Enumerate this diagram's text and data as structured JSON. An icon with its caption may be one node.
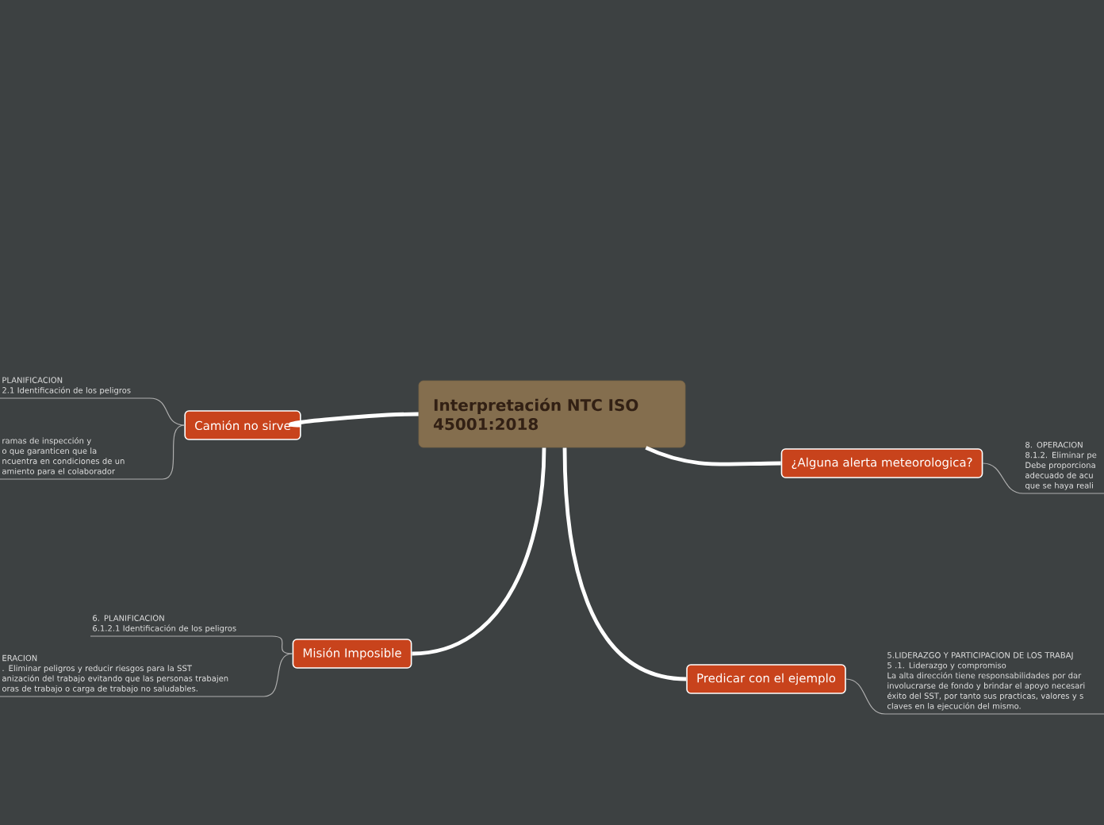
{
  "diagram": {
    "nodes": [
      {
        "text": [
          "Interpretación NTC ISO 45001:2018"
        ]
      },
      {
        "text": [
          "Camión no sirve"
        ]
      },
      {
        "text": [
          "PLANIFICACION",
          "2.1 Identificación de los peligros"
        ]
      },
      {
        "text": [
          "ramas de inspección y",
          "o que garanticen que la",
          "ncuentra en condiciones de un",
          "amiento para el colaborador"
        ]
      },
      {
        "text": [
          "¿Alguna alerta meteorologica?"
        ]
      },
      {
        "text": [
          "8. OPERACION",
          "8.1.2. Eliminar pe",
          "Debe proporciona",
          "adecuado de acu",
          "que se haya reali"
        ]
      },
      {
        "text": [
          "Predicar con el ejemplo"
        ]
      },
      {
        "text": [
          "5.LIDERAZGO Y PARTICIPACION DE LOS TRABAJ",
          "5 .1. Liderazgo y compromiso",
          "La alta dirección tiene responsabilidades por dar",
          "involucrarse de fondo y brindar el apoyo necesari",
          "éxito del SST, por tanto sus practicas, valores y s",
          "claves en la ejecución del mismo."
        ]
      },
      {
        "text": [
          "Misión Imposible"
        ]
      },
      {
        "text": [
          "6. PLANIFICACION",
          "6.1.2.1 Identificación de los peligros"
        ]
      },
      {
        "text": [
          "ERACION",
          ". Eliminar peligros y reducir riesgos para la SST",
          "anización del trabajo evitando que las personas trabajen",
          "oras de trabajo o carga de trabajo no saludables."
        ]
      }
    ],
    "edges": [
      {
        "from": 0,
        "to": 1,
        "arrow": "none",
        "style": "thick",
        "color": "#ffffff"
      },
      {
        "from": 0,
        "to": 4,
        "arrow": "none",
        "style": "thick",
        "color": "#ffffff"
      },
      {
        "from": 0,
        "to": 6,
        "arrow": "none",
        "style": "thick",
        "color": "#ffffff"
      },
      {
        "from": 0,
        "to": 8,
        "arrow": "none",
        "style": "thick",
        "color": "#ffffff"
      },
      {
        "from": 1,
        "to": 2,
        "arrow": "none"
      },
      {
        "from": 1,
        "to": 3,
        "arrow": "none"
      },
      {
        "from": 4,
        "to": 5,
        "arrow": "none"
      },
      {
        "from": 6,
        "to": 7,
        "arrow": "none"
      },
      {
        "from": 8,
        "to": 9,
        "arrow": "none"
      },
      {
        "from": 8,
        "to": 10,
        "arrow": "none"
      }
    ]
  }
}
